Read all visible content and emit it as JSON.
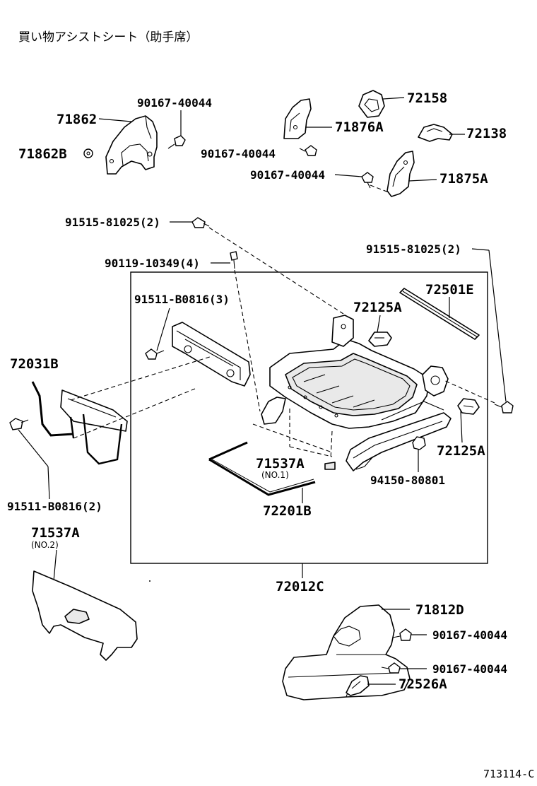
{
  "title": "買い物アシストシート（助手席）",
  "parts": {
    "p71862": "71862",
    "p71862b": "71862B",
    "p90167_a": "90167-40044",
    "p90167_b": "90167-40044",
    "p90167_c": "90167-40044",
    "p90167_d": "90167-40044",
    "p90167_e": "90167-40044",
    "p71876a": "71876A",
    "p72158": "72158",
    "p72138": "72138",
    "p71875a": "71875A",
    "p91515_l": "91515-81025(2)",
    "p91515_r": "91515-81025(2)",
    "p90119": "90119-10349(4)",
    "p91511_3": "91511-B0816(3)",
    "p72125a_top": "72125A",
    "p72501e": "72501E",
    "p72031b": "72031B",
    "p72125a_right": "72125A",
    "p71537a_1": "71537A",
    "p71537a_1_note": "(NO.1)",
    "p94150": "94150-80801",
    "p91511_2": "91511-B0816(2)",
    "p72201b": "72201B",
    "p71537a_2": "71537A",
    "p71537a_2_note": "(NO.2)",
    "p72012c": "72012C",
    "p71812d": "71812D",
    "p72526a": "72526A"
  },
  "diagram_code": "713114-C"
}
